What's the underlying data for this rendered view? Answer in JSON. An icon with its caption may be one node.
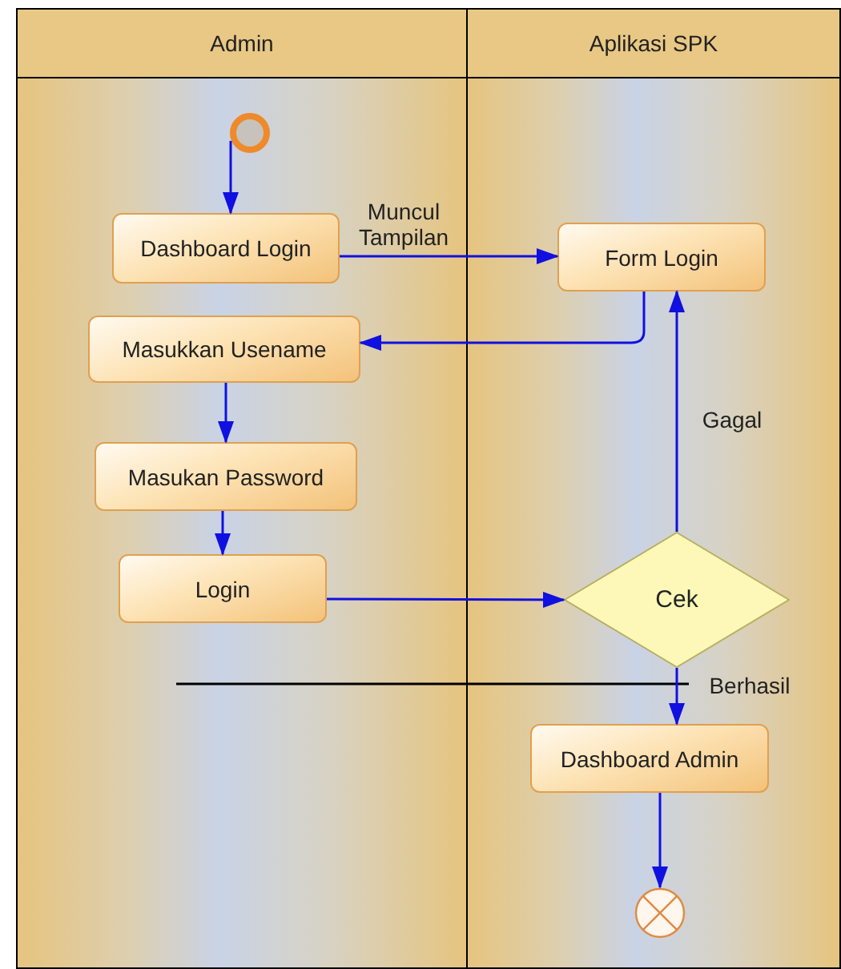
{
  "diagram": {
    "nodes": [
      {
        "text": [
          "Admin"
        ]
      },
      {
        "text": [],
        "shape": "circle",
        "in": 0
      },
      {
        "text": [
          "Dashboard Login"
        ],
        "in": 0
      },
      {
        "text": [
          "Masukkan Usename"
        ],
        "in": 0
      },
      {
        "text": [
          "Masukan Password"
        ],
        "in": 0
      },
      {
        "text": [
          "Login"
        ],
        "in": 0
      },
      {
        "text": [
          "Aplikasi SPK"
        ]
      },
      {
        "text": [
          "Form Login"
        ],
        "in": 6
      },
      {
        "text": [
          "Cek"
        ],
        "in": 6
      },
      {
        "text": [
          "Dashboard Admin"
        ],
        "in": 6
      },
      {
        "text": [],
        "shape": "circle",
        "in": 6
      }
    ],
    "edges": [
      {
        "from": 1,
        "to": 2,
        "arrow": "to"
      },
      {
        "from": 2,
        "to": 7,
        "arrow": "to",
        "label": "Muncul Tampilan"
      },
      {
        "from": 7,
        "to": 3,
        "arrow": "to"
      },
      {
        "from": 3,
        "to": 4,
        "arrow": "to"
      },
      {
        "from": 4,
        "to": 5,
        "arrow": "to"
      },
      {
        "from": 5,
        "to": 8,
        "arrow": "to"
      },
      {
        "from": 8,
        "to": 7,
        "arrow": "to",
        "label": "Gagal"
      },
      {
        "from": 8,
        "to": 9,
        "arrow": "to",
        "label": "Berhasil"
      },
      {
        "from": 9,
        "to": 10,
        "arrow": "to"
      }
    ]
  }
}
